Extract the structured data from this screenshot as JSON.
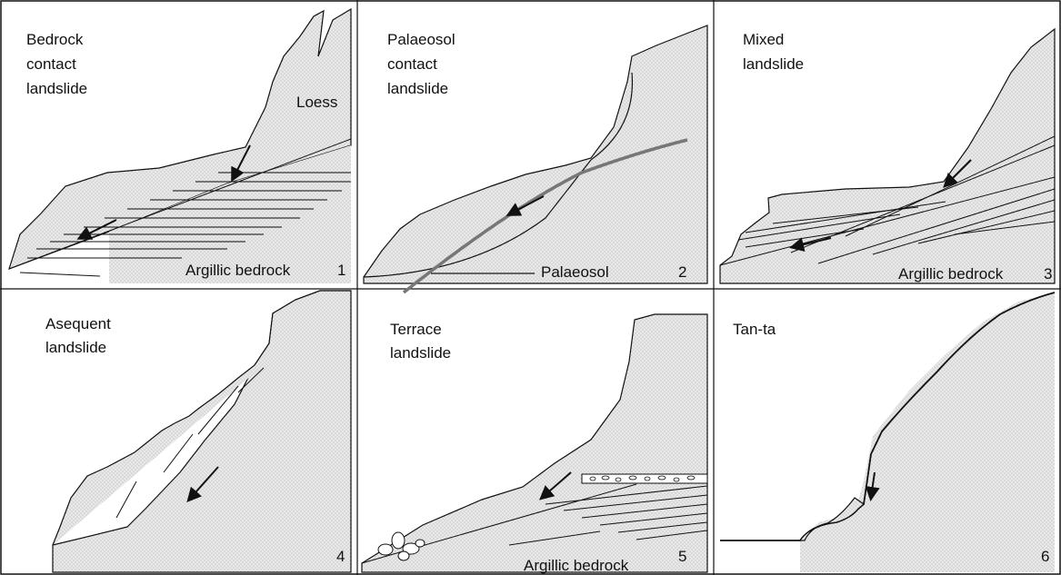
{
  "panels": [
    {
      "number": "1",
      "title": [
        "Bedrock",
        "contact",
        "landslide"
      ],
      "labels": {
        "loess": "Loess",
        "bedrock": "Argillic bedrock"
      }
    },
    {
      "number": "2",
      "title": [
        "Palaeosol",
        "contact",
        "landslide"
      ],
      "labels": {
        "palaeosol": "Palaeosol"
      }
    },
    {
      "number": "3",
      "title": [
        "Mixed",
        "landslide"
      ],
      "labels": {
        "bedrock": "Argillic bedrock"
      }
    },
    {
      "number": "4",
      "title": [
        "Asequent",
        "landslide"
      ],
      "labels": {}
    },
    {
      "number": "5",
      "title": [
        "Terrace",
        "landslide"
      ],
      "labels": {
        "bedrock": "Argillic bedrock"
      }
    },
    {
      "number": "6",
      "title": [
        "Tan-ta"
      ],
      "labels": {}
    }
  ]
}
